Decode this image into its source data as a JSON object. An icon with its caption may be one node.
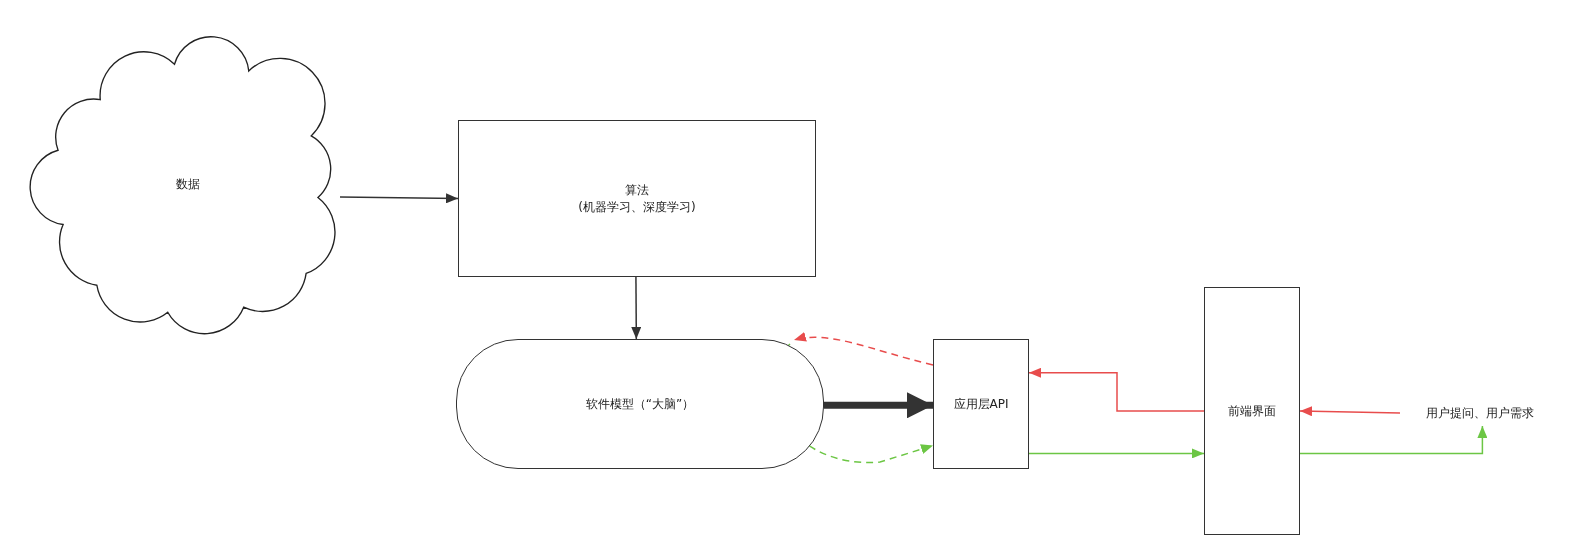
{
  "diagram": {
    "nodes": [
      {
        "text": [
          "数据"
        ]
      },
      {
        "text": [
          "算法",
          "(机器学习、深度学习)"
        ]
      },
      {
        "text": [
          "软件模型（“大脑”）"
        ]
      },
      {
        "text": [
          "应用层API"
        ]
      },
      {
        "text": [
          "前端界面"
        ]
      },
      {
        "text": [
          "用户提问、用户需求"
        ]
      }
    ],
    "edges": [
      {
        "from": 0,
        "to": 1,
        "arrow": "to"
      },
      {
        "from": 1,
        "to": 2,
        "arrow": "to"
      },
      {
        "from": 2,
        "to": 3,
        "arrow": "to",
        "style": "thick"
      },
      {
        "from": 5,
        "to": 4,
        "arrow": "to",
        "color": "#e84c4c"
      },
      {
        "from": 4,
        "to": 3,
        "arrow": "to",
        "color": "#e84c4c"
      },
      {
        "from": 3,
        "to": 2,
        "arrow": "to",
        "style": "dashed",
        "color": "#e84c4c"
      },
      {
        "from": 2,
        "to": 3,
        "arrow": "to",
        "style": "dashed",
        "color": "#6cc644"
      },
      {
        "from": 3,
        "to": 4,
        "arrow": "to",
        "color": "#6cc644"
      },
      {
        "from": 4,
        "to": 5,
        "arrow": "to",
        "color": "#6cc644"
      }
    ]
  }
}
